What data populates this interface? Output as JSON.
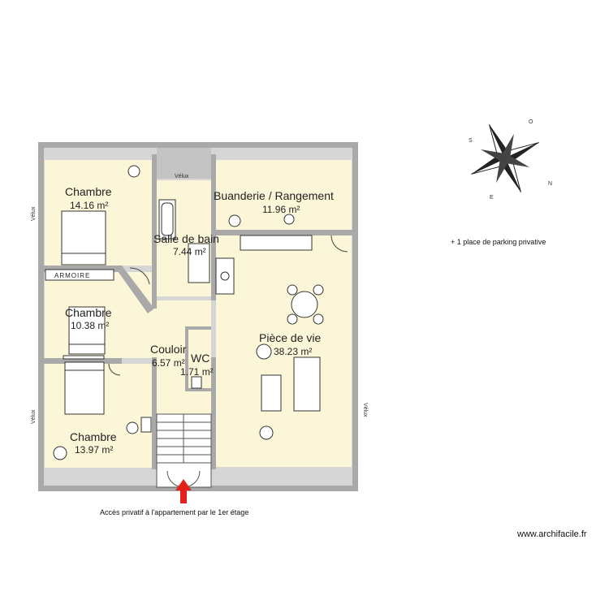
{
  "colors": {
    "wall": "#a9a9a9",
    "wall_light": "#d0d0d0",
    "floor": "#fcf6d8",
    "arrow": "#e3201b"
  },
  "rooms": [
    {
      "id": "chambre1",
      "name": "Chambre",
      "area": "14.16 m²"
    },
    {
      "id": "sdb",
      "name": "Salle de bain",
      "area": "7.44 m²"
    },
    {
      "id": "buanderie",
      "name": "Buanderie / Rangement",
      "area": "11.96 m²"
    },
    {
      "id": "chambre2",
      "name": "Chambre",
      "area": "10.38 m²"
    },
    {
      "id": "couloir",
      "name": "Couloir",
      "area": "6.57 m²"
    },
    {
      "id": "wc",
      "name": "WC",
      "area": "1.71 m²"
    },
    {
      "id": "vie",
      "name": "Pièce de vie",
      "area": "38.23 m²"
    },
    {
      "id": "chambre3",
      "name": "Chambre",
      "area": "13.97 m²"
    }
  ],
  "labels": {
    "velux": "Vélux",
    "armoire": "ARMOIRE"
  },
  "compass": {
    "n": "N",
    "s": "S",
    "e": "E",
    "o": "O"
  },
  "notes": {
    "parking": "+ 1 place de parking privative",
    "access": "Accès privatif à l'appartement par le 1er étage",
    "website": "www.archifacile.fr"
  }
}
